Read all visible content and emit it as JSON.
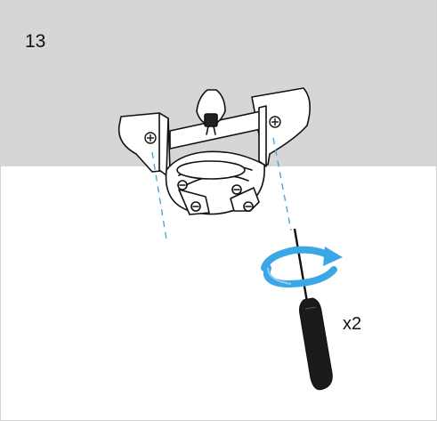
{
  "step": {
    "number": "13"
  },
  "instruction": {
    "quantity_label": "x2"
  },
  "colors": {
    "ceiling": "#d6d6d6",
    "background": "#ffffff",
    "rotation_arrow": "#3aa7e6",
    "guide_line": "#4aa8d8",
    "outline": "#111111"
  },
  "icons": [
    "mounting-bracket",
    "screwdriver",
    "rotation-arrow",
    "screw"
  ]
}
